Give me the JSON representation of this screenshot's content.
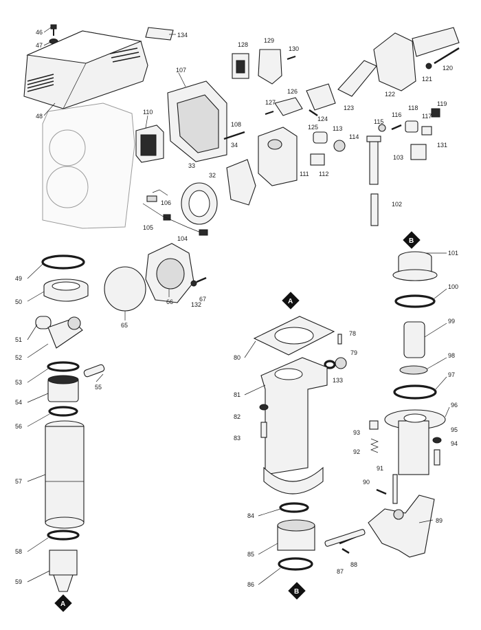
{
  "diagram": {
    "labels": {
      "p46": "46",
      "p47": "47",
      "p48": "48",
      "p134": "134",
      "p107": "107",
      "p110": "110",
      "p128": "128",
      "p129": "129",
      "p130": "130",
      "p126": "126",
      "p127": "127",
      "p124": "124",
      "p125": "125",
      "p122": "122",
      "p123": "123",
      "p121": "121",
      "p120": "120",
      "p108": "108",
      "p34": "34",
      "p113": "113",
      "p114": "114",
      "p111": "111",
      "p112": "112",
      "p33": "33",
      "p32": "32",
      "p106": "106",
      "p105": "105",
      "p104": "104",
      "p119": "119",
      "p118": "118",
      "p117": "117",
      "p116": "116",
      "p115": "115",
      "p131": "131",
      "p103": "103",
      "p102": "102",
      "p49": "49",
      "p50": "50",
      "p51": "51",
      "p52": "52",
      "p53": "53",
      "p54": "54",
      "p55": "55",
      "p56": "56",
      "p57": "57",
      "p58": "58",
      "p59": "59",
      "p65": "65",
      "p66": "66",
      "p132": "132",
      "p67": "67",
      "p101": "101",
      "p100": "100",
      "p99": "99",
      "p98": "98",
      "p97": "97",
      "p96": "96",
      "p95": "95",
      "p94": "94",
      "p93": "93",
      "p92": "92",
      "p91": "91",
      "p90": "90",
      "p89": "89",
      "p78": "78",
      "p79": "79",
      "p80": "80",
      "p133": "133",
      "p81": "81",
      "p82": "82",
      "p83": "83",
      "p84": "84",
      "p85": "85",
      "p86": "86",
      "p87": "87",
      "p88": "88"
    },
    "markers": {
      "a_top": "A",
      "a_bottom": "A",
      "b_top": "B",
      "b_bottom": "B"
    }
  }
}
